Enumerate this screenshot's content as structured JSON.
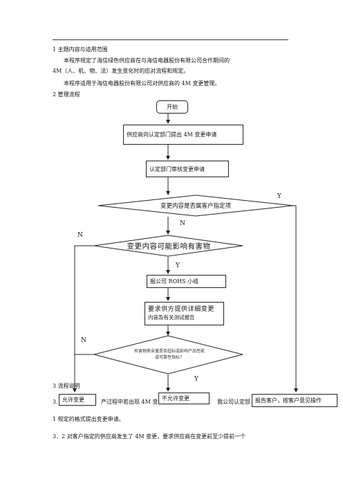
{
  "doc": {
    "section1_title": "1 主题内容与适用范围",
    "para1_line1": "本程序规定了海信绿色供应商在与海信电器股份有限公司合作期间的",
    "para1_line2": "4M（人、机、物、法）发生变化时的应对流程和规定。",
    "para2": "本程序适用于海信电器股份有限公司对供应商的 4M 变更管理。",
    "section2_title": "2 管理流程",
    "section3_title": "3 流程说明",
    "para3_1_start": "3.",
    "para3_1_mid": "产过程中若出现 4M 变",
    "para3_1_end": "我公司认定部",
    "para3_1_line2": "1 规定的格式提出变更申请。",
    "para3_2": "3．2 对客户指定的供应商发生了 4M 变更，要求供应商在变更前至少提前一个"
  },
  "flowchart": {
    "start": "开始",
    "step1": "供应商向认定部门提出 4M 变更申请",
    "step2": "认定部门审核变更申请",
    "decision1": "变更内容是否属客户指定项",
    "decision2": "变更内容可能影响有害物",
    "step3": "报公司 ROHS 小组",
    "step4_line1": "要求供方提供详细变更",
    "step4_line2": "内容及有关测试报告",
    "decision3_line1": "有害物质含量是否超标或影响产品性能",
    "decision3_line2": "或可靠性指标？",
    "end_allow": "允许变更",
    "end_deny": "不允许变更",
    "end_customer": "报告客户，按客户意见操作",
    "labels": {
      "y1": "Y",
      "n1": "N",
      "n2": "N",
      "y2": "Y",
      "n3": "N",
      "y3": "Y"
    }
  }
}
